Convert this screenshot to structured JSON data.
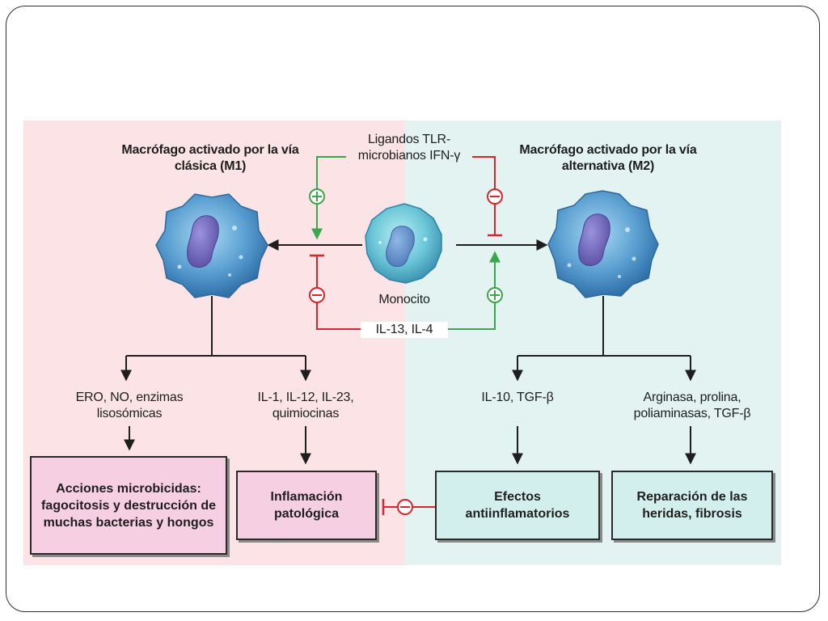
{
  "m1": {
    "title": "Macrófago activado por la vía clásica (M1)",
    "outputs": [
      "ERO, NO, enzimas lisosómicas",
      "IL-1, IL-12, IL-23, quimiocinas"
    ],
    "effects": [
      "Acciones microbicidas: fagocitosis y destrucción de muchas bacterias y hongos",
      "Inflamación patológica"
    ]
  },
  "m2": {
    "title": "Macrófago activado por la vía alternativa (M2)",
    "outputs": [
      "IL-10, TGF-β",
      "Arginasa, prolina, poliaminasas, TGF-β"
    ],
    "effects": [
      "Efectos antiinflamatorios",
      "Reparación de las heridas, fibrosis"
    ]
  },
  "monocyte": {
    "label": "Monocito"
  },
  "stimuli": {
    "top": "Ligandos TLR-microbianos IFN-γ",
    "bottom": "IL-13, IL-4"
  },
  "colors": {
    "m1_panel": "#fbe3e6",
    "m2_panel": "#e2f3f1",
    "activation": "#3aa84a",
    "inhibition": "#d8262c"
  }
}
